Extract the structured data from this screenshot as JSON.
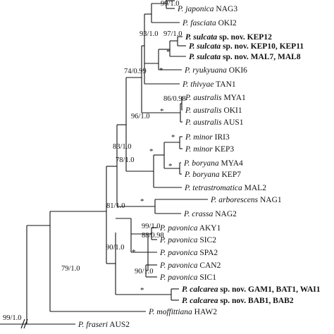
{
  "tree": {
    "taxa": [
      {
        "genus": "",
        "rest": ""
      },
      {
        "genus": "P. japonica",
        "rest": " NAG3"
      },
      {
        "genus": "P. fasciata",
        "rest": " OKI2"
      },
      {
        "genus": "P. sulcata",
        "rest": " sp. nov. KEP12",
        "bold": true
      },
      {
        "genus": "P. sulcata",
        "rest": " sp. nov. KEP10, KEP11",
        "bold": true
      },
      {
        "genus": "P. sulcata",
        "rest": " sp. nov. MAL7, MAL8",
        "bold": true
      },
      {
        "genus": "P. ryukyuana",
        "rest": " OKI6"
      },
      {
        "genus": "P. thivyae",
        "rest": " TAN1"
      },
      {
        "genus": "P. australis",
        "rest": " MYA1"
      },
      {
        "genus": "P. australis",
        "rest": " OKI1"
      },
      {
        "genus": "P. australis",
        "rest": " AUS1"
      },
      {
        "genus": "P. minor",
        "rest": " IRI3"
      },
      {
        "genus": "P. minor",
        "rest": " KEP3"
      },
      {
        "genus": "P. boryana",
        "rest": " MYA4"
      },
      {
        "genus": "P. boryana",
        "rest": " KEP7"
      },
      {
        "genus": "P. tetrastromatica",
        "rest": " MAL2"
      },
      {
        "genus": "P. arborescens",
        "rest": " NAG1"
      },
      {
        "genus": "P. crassa",
        "rest": " NAG2"
      },
      {
        "genus": "P. pavonica",
        "rest": " AKY1"
      },
      {
        "genus": "P. pavonica",
        "rest": " SIC2"
      },
      {
        "genus": "P. pavonica",
        "rest": " SPA2"
      },
      {
        "genus": "P. pavonica",
        "rest": " CAN2"
      },
      {
        "genus": "P. pavonica",
        "rest": " SIC1"
      },
      {
        "genus": "P. calcarea",
        "rest": " sp. nov. GAM1, BAT1, WAI1",
        "bold": true
      },
      {
        "genus": "P. calcarea",
        "rest": " sp. nov. BAB1, BAB2",
        "bold": true
      },
      {
        "genus": "P. moffittiana",
        "rest": " HAW2"
      },
      {
        "genus": "P. fraseri",
        "rest": " AUS2"
      }
    ],
    "supports": [
      "99/1.0",
      "93/1.0",
      "97/1.0",
      "74/0.99",
      "86/0.98",
      "96/1.0",
      "83/1.0",
      "78/1.0",
      "81/1.0",
      "99/1.0",
      "88/0.98",
      "90/1.0",
      "90/1.0",
      "79/1.0",
      "99/1.0"
    ],
    "asterisk": "*"
  }
}
